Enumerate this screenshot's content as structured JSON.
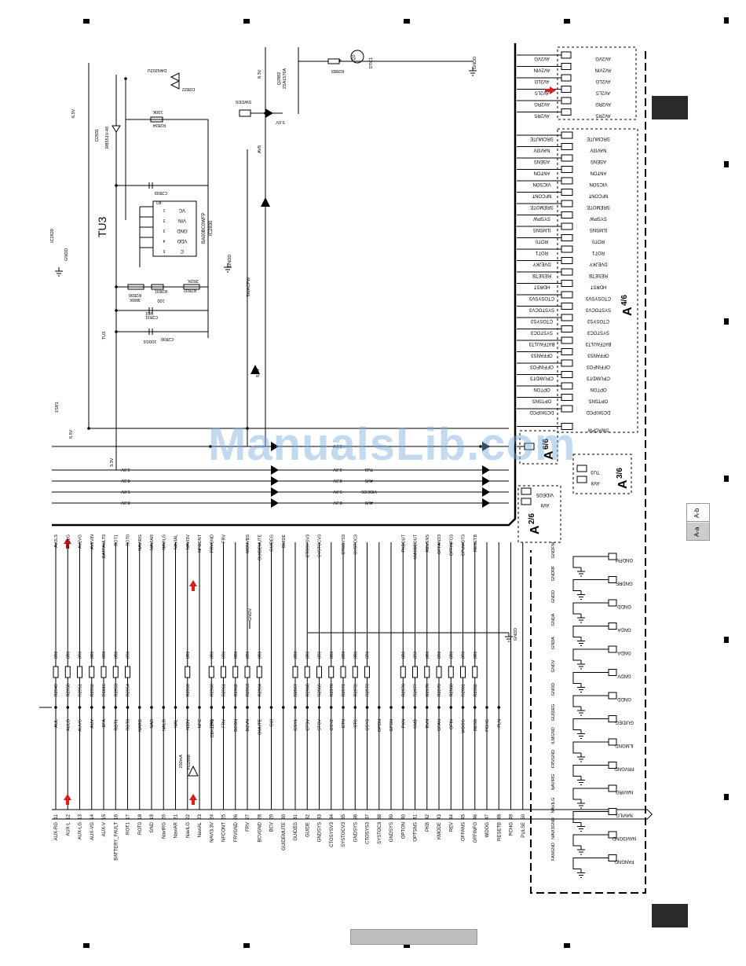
{
  "watermark": "ManualsLib.com",
  "side_tab": {
    "top": "A-b",
    "bottom": "A-a"
  },
  "ic": {
    "name": "TU3",
    "part": "BA00BC0WFP",
    "ref": "IC2830",
    "pins": [
      "VC",
      "VIN",
      "GND",
      "VDD",
      "C"
    ]
  },
  "top_components": [
    {
      "label": "DAN202U"
    },
    {
      "label": "D2822"
    },
    {
      "label": "100K"
    },
    {
      "label": "R2834"
    },
    {
      "label": "D2831"
    },
    {
      "label": "RB551V-40"
    },
    {
      "label": "C2833"
    },
    {
      "label": "R1"
    },
    {
      "label": "R2830"
    },
    {
      "label": "3R6K"
    },
    {
      "label": "100"
    },
    {
      "label": "R2831"
    },
    {
      "label": "2R2K"
    },
    {
      "label": "R2832"
    },
    {
      "label": "C2831"
    },
    {
      "label": "R01"
    },
    {
      "label": "C2830"
    },
    {
      "label": "100/16"
    },
    {
      "label": "TU3"
    },
    {
      "label": "IC2820"
    },
    {
      "label": "Q2882"
    },
    {
      "label": "2SA1576A"
    },
    {
      "label": "R2883"
    },
    {
      "label": "4R7K"
    },
    {
      "label": "DTC1"
    },
    {
      "label": "Q2"
    },
    {
      "label": "SWDDS"
    },
    {
      "label": "5.0V"
    },
    {
      "label": "8.3V"
    },
    {
      "label": "AV8"
    },
    {
      "label": "SWACPW"
    },
    {
      "label": "GNDD"
    },
    {
      "label": "6.5V"
    },
    {
      "label": "1SR1"
    }
  ],
  "right_top_labels": [
    "AV2VG",
    "AV2VIN",
    "AV2LG",
    "AV2LS",
    "AV2RG",
    "AV2RS"
  ],
  "right_mid_labels": [
    "SRCMUTE",
    "NAVI3V",
    "ASENS",
    "ANTON",
    "VICSON",
    "NFCONT",
    "SREMOTE",
    "SYSPW",
    "ILMSNS",
    "ROT0",
    "ROT1",
    "DVEJKY",
    "RESETB",
    "HDRST",
    "CTOSYSV3",
    "SYSTOCV3",
    "CTOSYS3",
    "SYSTOC3",
    "BATFAULT3",
    "OFFANS3",
    "OFFINFO3",
    "CPUWDT3",
    "OPTON",
    "OPTSNS",
    "DCSKIPCD",
    "SWACPW"
  ],
  "sheet_refs": [
    {
      "big": "A",
      "small": "4/6"
    },
    {
      "big": "A",
      "small": "3/6"
    },
    {
      "big": "A",
      "small": "2/6"
    },
    {
      "big": "A",
      "small": "6/6"
    }
  ],
  "bus_lines": [
    {
      "name": "6.5V",
      "rail": ""
    },
    {
      "name": "3.3V",
      "rail": "TU3"
    },
    {
      "name": "8.3V",
      "rail": "AV8"
    },
    {
      "name": "5.0V",
      "rail": "VIDEO5"
    },
    {
      "name": "8.3V",
      "rail": "AV8"
    }
  ],
  "right_refs_36": [
    "TU3",
    "AV8"
  ],
  "right_refs_26": [
    "VIDEO5",
    "AV8"
  ],
  "pins": [
    {
      "n": "11",
      "name": "AUX-RG"
    },
    {
      "n": "12",
      "name": "AUX-L"
    },
    {
      "n": "13",
      "name": "AUX-LG"
    },
    {
      "n": "14",
      "name": "AUX-VG"
    },
    {
      "n": "15",
      "name": "AUX-V"
    },
    {
      "n": "16",
      "name": "BATTERY_FAULT"
    },
    {
      "n": "17",
      "name": "ROT1"
    },
    {
      "n": "18",
      "name": "ROT0"
    },
    {
      "n": "19",
      "name": "GND"
    },
    {
      "n": "20",
      "name": "NaviRG"
    },
    {
      "n": "21",
      "name": "NaviAR"
    },
    {
      "n": "22",
      "name": "NaviLG"
    },
    {
      "n": "23",
      "name": "NaviAL"
    },
    {
      "n": "24",
      "name": "NAVI3.3V"
    },
    {
      "n": "25",
      "name": "NFCONT"
    },
    {
      "n": "26",
      "name": "FRVGND"
    },
    {
      "n": "27",
      "name": "FRV"
    },
    {
      "n": "28",
      "name": "BCVGND"
    },
    {
      "n": "29",
      "name": "BCV"
    },
    {
      "n": "30",
      "name": "GUIDEMUTE"
    },
    {
      "n": "31",
      "name": "GUIDEG"
    },
    {
      "n": "32",
      "name": "GUIDE"
    },
    {
      "n": "33",
      "name": "GNDSYS"
    },
    {
      "n": "34",
      "name": "CTOSYSV3"
    },
    {
      "n": "35",
      "name": "SYSTOCV3"
    },
    {
      "n": "36",
      "name": "GNDSYS"
    },
    {
      "n": "37",
      "name": "CTOSYS3"
    },
    {
      "n": "38",
      "name": "SYSTOC3"
    },
    {
      "n": "39",
      "name": "GNDSYS"
    },
    {
      "n": "40",
      "name": "OPTON"
    },
    {
      "n": "41",
      "name": "OPTSNS"
    },
    {
      "n": "42",
      "name": "PKB"
    },
    {
      "n": "43",
      "name": "KMODE"
    },
    {
      "n": "44",
      "name": "REV"
    },
    {
      "n": "45",
      "name": "OFFANS"
    },
    {
      "n": "46",
      "name": "OFFINFO"
    },
    {
      "n": "47",
      "name": "WDOG"
    },
    {
      "n": "48",
      "name": "RESETB"
    },
    {
      "n": "49",
      "name": "PCHG"
    },
    {
      "n": "50",
      "name": "PULSE"
    }
  ],
  "resistors": [
    {
      "ref": "R2949",
      "net": "AUL",
      "top": "AV2LS"
    },
    {
      "ref": "R2950",
      "net": "AULG",
      "top": "AV2LG"
    },
    {
      "ref": "R2951",
      "net": "AUVG",
      "top": "AV2VG"
    },
    {
      "ref": "R2952",
      "net": "AUV",
      "top": "AV2VIN"
    },
    {
      "ref": "R1016",
      "net": "BFA",
      "top": "BATFAULT3"
    },
    {
      "ref": "R2953",
      "net": "ROT1",
      "top": "ROT1"
    },
    {
      "ref": "R2954",
      "net": "ROT0",
      "top": "ROT0"
    },
    {
      "ref": "",
      "net": "NARG",
      "top": "NAVIRG"
    },
    {
      "ref": "",
      "net": "NAR",
      "top": "NAVIAR"
    },
    {
      "ref": "",
      "net": "NALG",
      "top": "NAVILG"
    },
    {
      "ref": "",
      "net": "NAL",
      "top": "NAVIAL"
    },
    {
      "ref": "R2959",
      "net": "N33V",
      "top": "NAVI3V"
    },
    {
      "ref": "",
      "net": "NFC",
      "top": "NFCONT"
    },
    {
      "ref": "R2960",
      "net": "FRG",
      "top": "FRVGND"
    },
    {
      "ref": "R2961",
      "net": "FRV",
      "top": "FRV"
    },
    {
      "ref": "R2962",
      "net": "BCGN",
      "top": ""
    },
    {
      "ref": "R2963",
      "net": "BCVN",
      "top": "MONVBS"
    },
    {
      "ref": "R2964",
      "net": "GMUTE",
      "top": "GUIDEMUTE"
    },
    {
      "ref": "",
      "net": "GUI",
      "top": "GUIDEG"
    },
    {
      "ref": "",
      "net": "",
      "top": "GUIDE"
    },
    {
      "ref": "R2967",
      "net": "GSY1",
      "top": ""
    },
    {
      "ref": "R2968",
      "net": "CTSV",
      "top": "CTOSYSV3"
    },
    {
      "ref": "R2969",
      "net": "STCV",
      "top": "SYSTOCV3"
    },
    {
      "ref": "R2970",
      "net": "GSY2",
      "top": ""
    },
    {
      "ref": "R2971",
      "net": "CTN",
      "top": "CTOSYS3"
    },
    {
      "ref": "R2972",
      "net": "STC",
      "top": "SYSTOC3"
    },
    {
      "ref": "R2973",
      "net": "GSY3",
      "top": ""
    },
    {
      "ref": "",
      "net": "OPON",
      "top": ""
    },
    {
      "ref": "",
      "net": "OPSN",
      "top": ""
    },
    {
      "ref": "R2976",
      "net": "PKN",
      "top": "PKBOUT"
    },
    {
      "ref": "R2977",
      "net": "KMB",
      "top": "KMODEOUT"
    },
    {
      "ref": "R2978",
      "net": "RVN",
      "top": "REVSNS"
    },
    {
      "ref": "R2979",
      "net": "OFAN",
      "top": "OFFANS3"
    },
    {
      "ref": "R2980",
      "net": "OFIN",
      "top": "OFFINFO3"
    },
    {
      "ref": "R2981",
      "net": "WDOG",
      "top": "CPUWDT3"
    },
    {
      "ref": "R2982",
      "net": "RESB",
      "top": "RESETB"
    },
    {
      "ref": "",
      "net": "PCHG",
      "top": ""
    },
    {
      "ref": "",
      "net": "PLN",
      "top": ""
    }
  ],
  "fuse": {
    "rating": "250mA",
    "ref": "FU2900",
    "part": "CEK1276"
  },
  "gndv_label": "GNDV",
  "gndd_label": "GNDD",
  "right_bottom": [
    {
      "group": "GNDFM",
      "pin": "GNDFM"
    },
    {
      "group": "GNDRF",
      "pin": "GNDRF"
    },
    {
      "group": "GNDD",
      "pin": "GNDD"
    },
    {
      "group": "GNDA",
      "pin": "GNDA"
    },
    {
      "group": "GNDA",
      "pin": "GNDA"
    },
    {
      "group": "GNDV",
      "pin": "GNDV"
    },
    {
      "group": "GNDD",
      "pin": "GNDD"
    },
    {
      "group": "GUIDEG",
      "pin": "GUIDEG"
    },
    {
      "group": "ILMGND",
      "pin": "ILMGND"
    },
    {
      "group": "FRVGND",
      "pin": "FRVGND"
    },
    {
      "group": "NAVIRG",
      "pin": "NAVIRG"
    },
    {
      "group": "NAVILG",
      "pin": "NAVILG"
    },
    {
      "group": "NAVI3GND",
      "pin": "NAVI3GND"
    },
    {
      "group": "FANGND",
      "pin": "FANGND"
    }
  ]
}
